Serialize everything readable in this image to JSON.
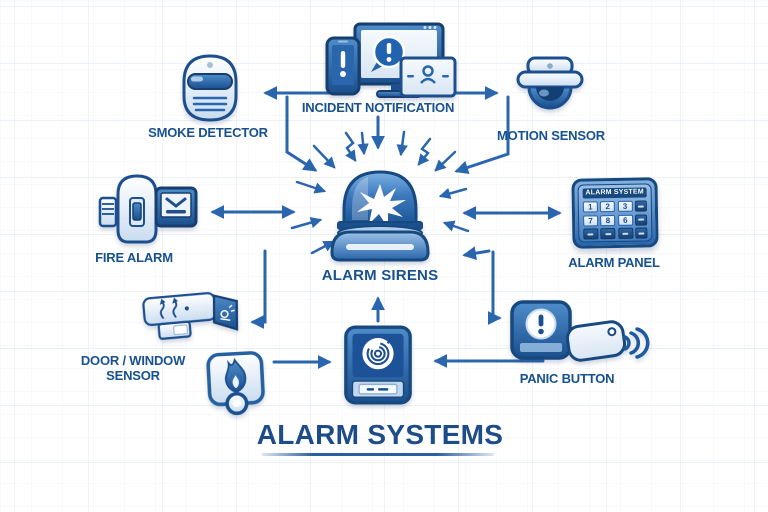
{
  "title": "ALARM SYSTEMS",
  "nodes": {
    "smoke_detector": {
      "label": "SMOKE DETECTOR",
      "icon": "smoke-detector-icon"
    },
    "incident_notification": {
      "label": "INCIDENT NOTIFICATION",
      "icon": "incident-notification-icon"
    },
    "motion_sensor": {
      "label": "MOTION SENSOR",
      "icon": "motion-sensor-icon"
    },
    "fire_alarm": {
      "label": "FIRE ALARM",
      "icon": "fire-alarm-icon"
    },
    "alarm_sirens": {
      "label": "ALARM SIRENS",
      "icon": "alarm-siren-icon"
    },
    "alarm_panel": {
      "label": "ALARM PANEL",
      "icon": "alarm-keypad-icon",
      "header": "ALARM SYSTEM",
      "keys_row1": [
        "1",
        "2",
        "3"
      ],
      "keys_row2": [
        "7",
        "8",
        "6"
      ]
    },
    "door_window_sensor": {
      "label_line1": "DOOR / WINDOW",
      "label_line2": "SENSOR",
      "icon": "door-window-sensor-icon"
    },
    "fire_sensor_badge": {
      "icon": "flame-badge-icon"
    },
    "access_keypad": {
      "icon": "fingerprint-reader-icon"
    },
    "panic_button": {
      "label": "PANIC BUTTON",
      "icon": "panic-button-icon"
    }
  },
  "connections": [
    {
      "from": "incident_notification",
      "to": "smoke_detector"
    },
    {
      "from": "incident_notification",
      "to": "motion_sensor"
    },
    {
      "from": "smoke_detector",
      "to": "alarm_sirens"
    },
    {
      "from": "motion_sensor",
      "to": "alarm_sirens"
    },
    {
      "from": "incident_notification",
      "to": "alarm_sirens"
    },
    {
      "from": "alarm_sirens",
      "to": "fire_alarm",
      "bidirectional": true
    },
    {
      "from": "alarm_sirens",
      "to": "alarm_panel",
      "bidirectional": true
    },
    {
      "from": "alarm_sirens",
      "to": "door_window_sensor"
    },
    {
      "from": "fire_sensor_badge",
      "to": "access_keypad"
    },
    {
      "from": "access_keypad",
      "to": "alarm_sirens"
    },
    {
      "from": "alarm_sirens",
      "to": "panic_button"
    },
    {
      "from": "panic_button",
      "to": "access_keypad"
    }
  ],
  "colors": {
    "arrow": "#2a66ad",
    "label_text": "#17518f",
    "title_text": "#1c4d88",
    "icon_dark": "#1d4f8e",
    "icon_mid": "#3d7fc1",
    "icon_light": "#dce9f7"
  }
}
